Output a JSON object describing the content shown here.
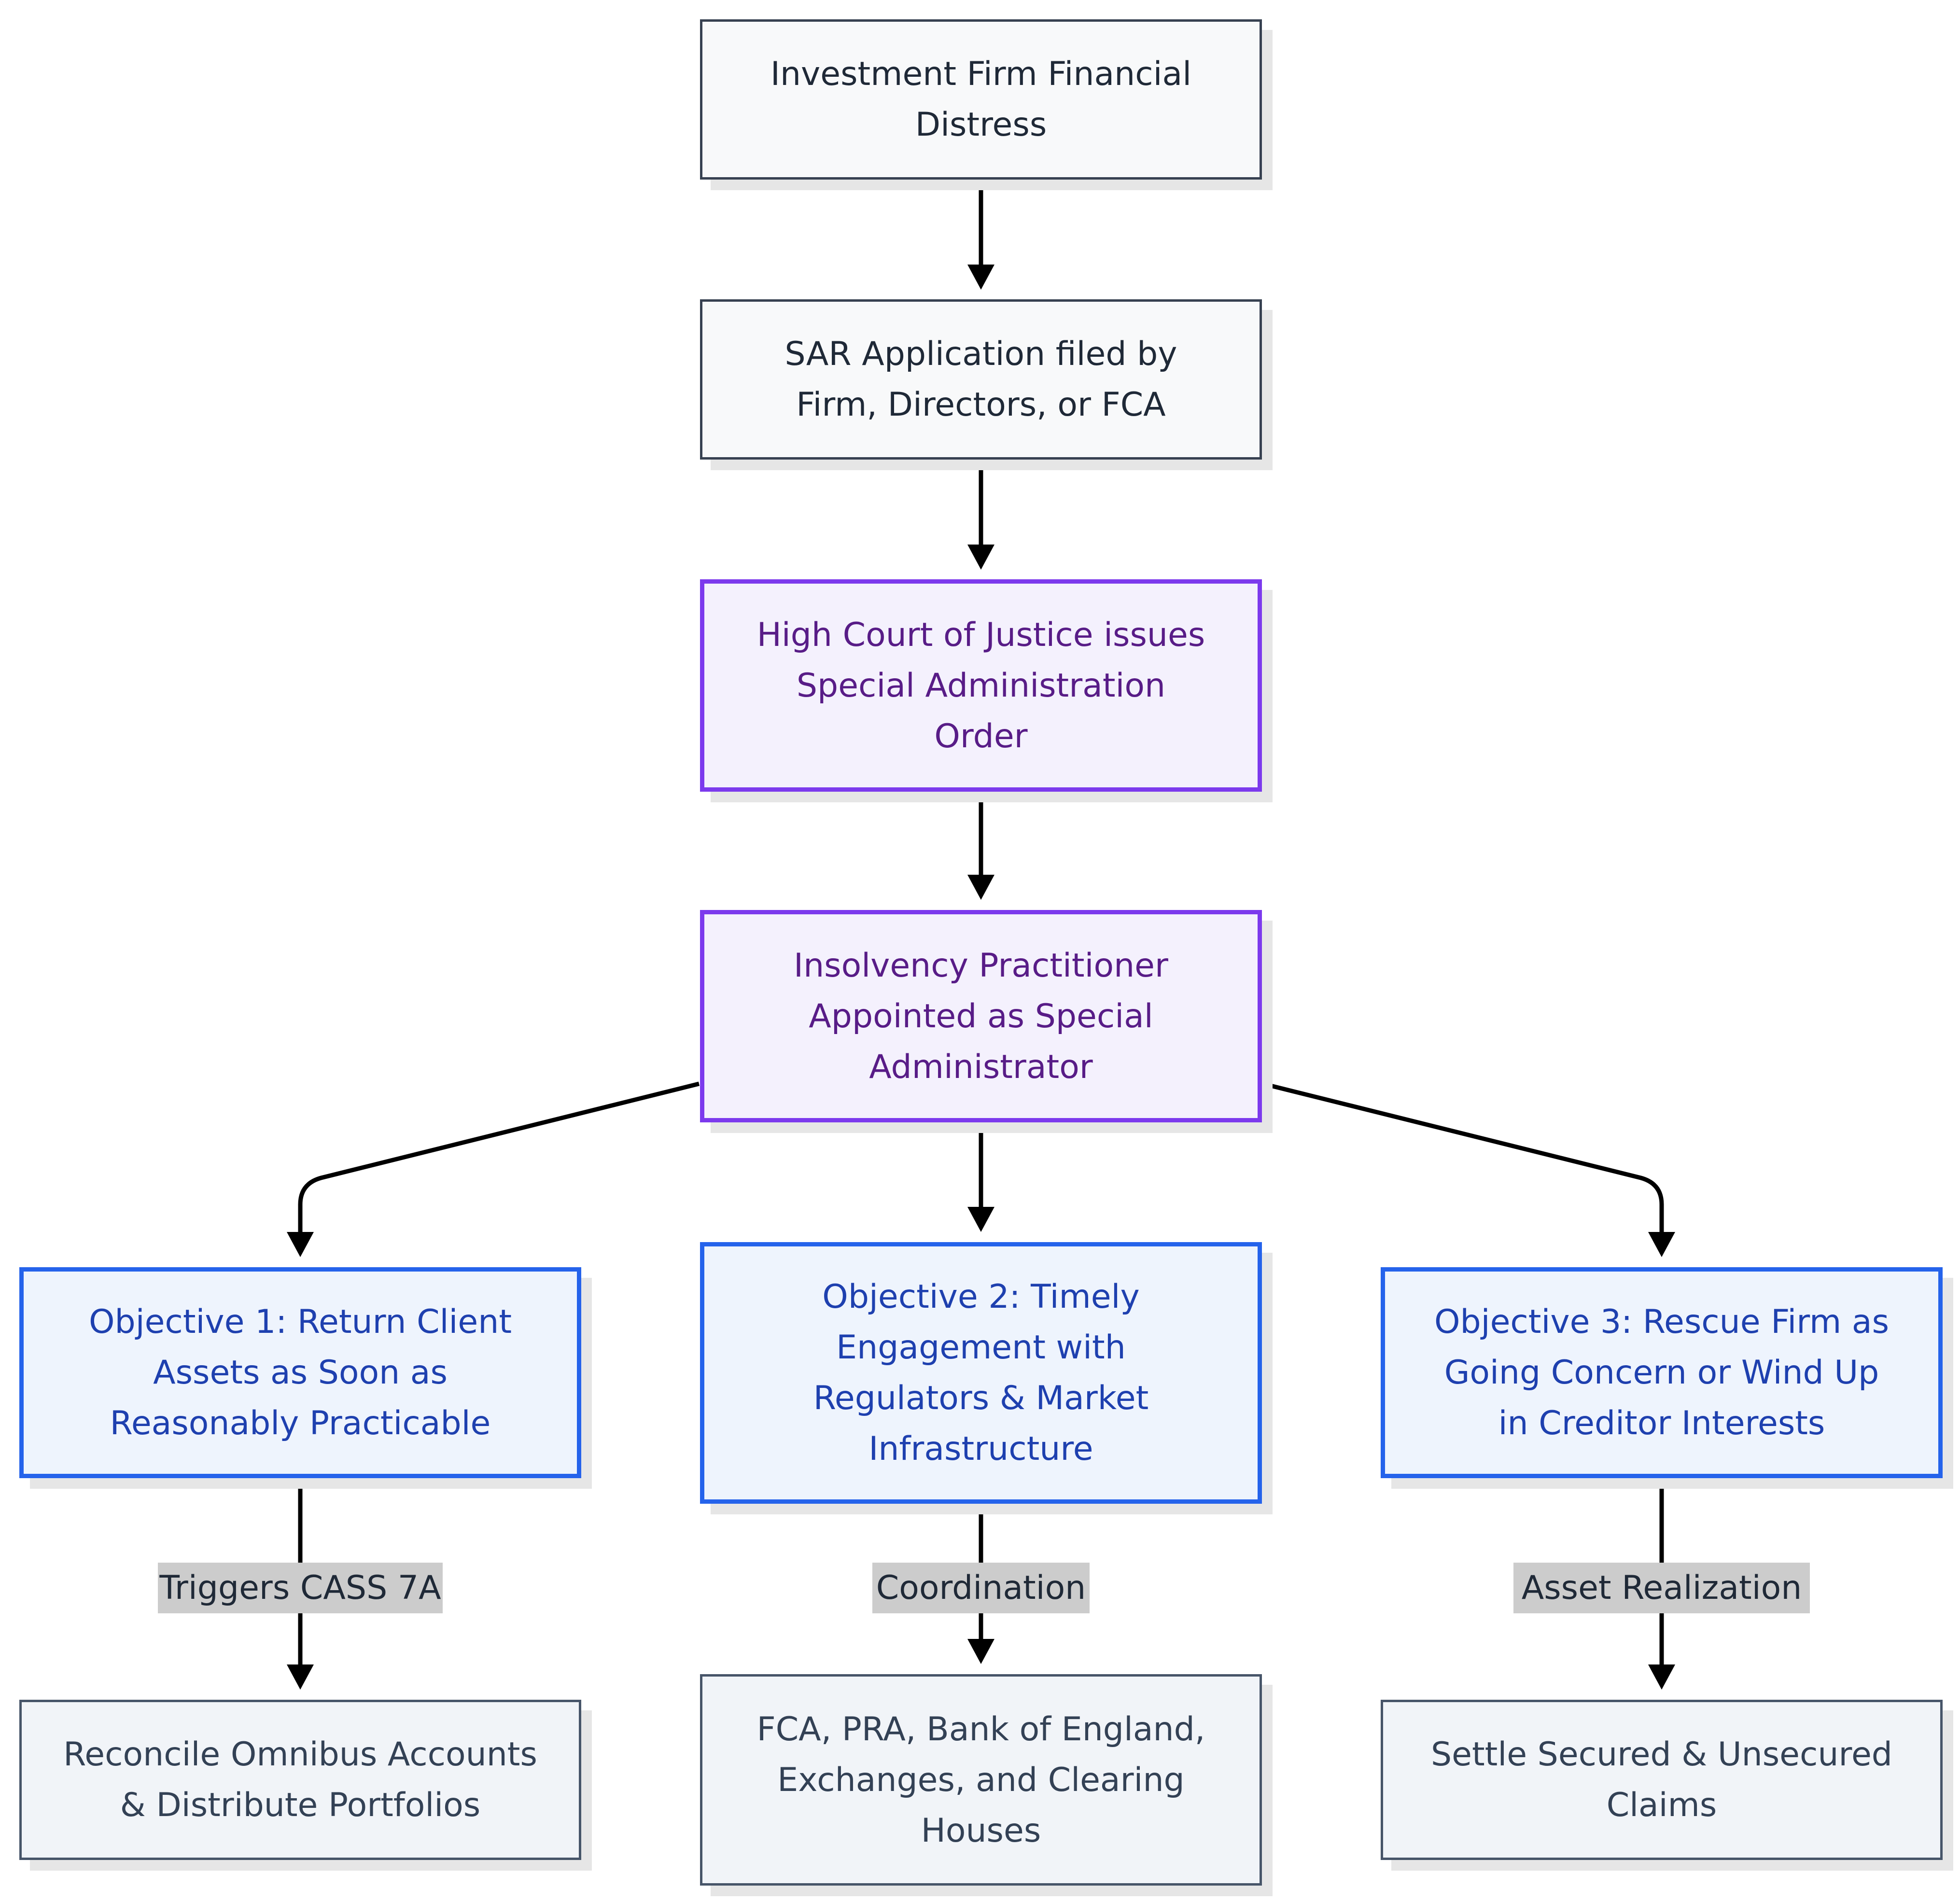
{
  "nodes": {
    "distress": "Investment Firm Financial\nDistress",
    "sar": "SAR Application filed by\nFirm, Directors, or FCA",
    "court": "High Court of Justice issues\nSpecial Administration\nOrder",
    "practitioner": "Insolvency Practitioner\nAppointed as Special\nAdministrator",
    "objective1": "Objective 1: Return Client\nAssets as Soon as\nReasonably Practicable",
    "objective2": "Objective 2: Timely\nEngagement with\nRegulators & Market\nInfrastructure",
    "objective3": "Objective 3: Rescue Firm as\nGoing Concern or Wind Up\nin Creditor Interests",
    "reconcile": "Reconcile Omnibus Accounts\n& Distribute Portfolios",
    "regulators": "FCA, PRA, Bank of England,\nExchanges, and Clearing\nHouses",
    "claims": "Settle Secured & Unsecured\nClaims"
  },
  "edge_labels": {
    "cass": "Triggers CASS 7A",
    "coordination": "Coordination",
    "realization": "Asset Realization"
  },
  "colors": {
    "purple_border": "#7c3aed",
    "blue_border": "#2563eb",
    "edge": "#000000",
    "label_bg": "#cccccc"
  }
}
